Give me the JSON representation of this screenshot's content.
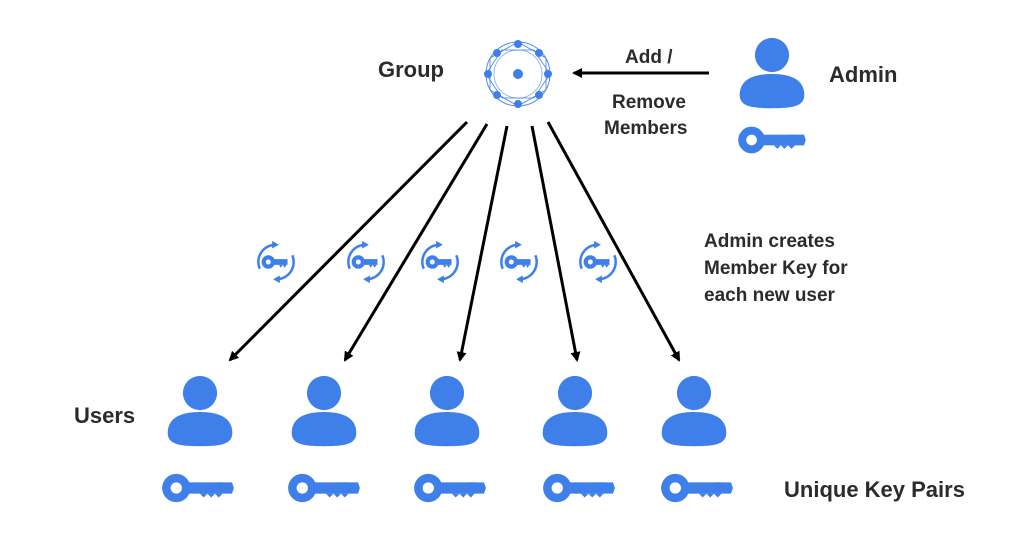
{
  "group": {
    "label": "Group",
    "icon": "group-network-icon"
  },
  "admin": {
    "label": "Admin",
    "icon": "user-icon",
    "key_icon": "key-icon"
  },
  "edge_admin_group": {
    "line1": "Add /",
    "line2": "Remove",
    "line3": "Members"
  },
  "note": {
    "line1": "Admin creates",
    "line2": "Member Key for",
    "line3": "each new user"
  },
  "users": {
    "label": "Users",
    "icon": "user-icon",
    "count": 5
  },
  "keys": {
    "label": "Unique Key Pairs",
    "icon": "key-icon"
  },
  "key_rotation_icon": "key-rotation-icon",
  "colors": {
    "accent": "#3f7fea",
    "text": "#2b2b2b",
    "arrow": "#000000"
  }
}
